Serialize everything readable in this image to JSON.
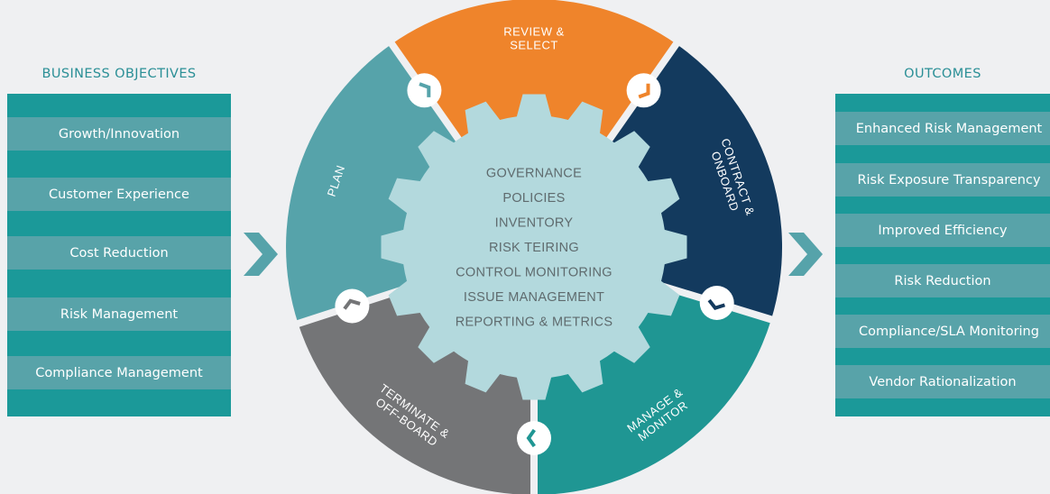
{
  "colors": {
    "background": "#eff0f2",
    "accent_teal": "#1b9999",
    "panel_item": "#58a3a9",
    "title_teal": "#2a8f96",
    "plan": "#56a3aa",
    "review_select": "#ef842b",
    "contract_onboard": "#133a5e",
    "manage_monitor": "#1f9693",
    "terminate_offboard": "#747577",
    "gear": "#b3d9dd",
    "gear_text": "#5f6b6e"
  },
  "business_objectives": {
    "title": "BUSINESS OBJECTIVES",
    "items": [
      "Growth/Innovation",
      "Customer Experience",
      "Cost Reduction",
      "Risk Management",
      "Compliance Management"
    ]
  },
  "outcomes": {
    "title": "OUTCOMES",
    "items": [
      "Enhanced Risk Management",
      "Risk Exposure Transparency",
      "Improved Efficiency",
      "Risk Reduction",
      "Compliance/SLA Monitoring",
      "Vendor Rationalization"
    ]
  },
  "lifecycle": {
    "segments": [
      {
        "id": "plan",
        "lines": [
          "PLAN"
        ],
        "icon": "chevron-icon"
      },
      {
        "id": "review-select",
        "lines": [
          "REVIEW &",
          "SELECT"
        ],
        "icon": "chevron-icon"
      },
      {
        "id": "contract-onboard",
        "lines": [
          "CONTRACT &",
          "ONBOARD"
        ],
        "icon": "chevron-icon"
      },
      {
        "id": "manage-monitor",
        "lines": [
          "MANAGE &",
          "MONITOR"
        ],
        "icon": "chevron-icon"
      },
      {
        "id": "terminate-offboard",
        "lines": [
          "TERMINATE &",
          "OFF-BOARD"
        ],
        "icon": "chevron-icon"
      }
    ],
    "gear_items": [
      "GOVERNANCE",
      "POLICIES",
      "INVENTORY",
      "RISK TEIRING",
      "CONTROL MONITORING",
      "ISSUE MANAGEMENT",
      "REPORTING & METRICS"
    ]
  }
}
